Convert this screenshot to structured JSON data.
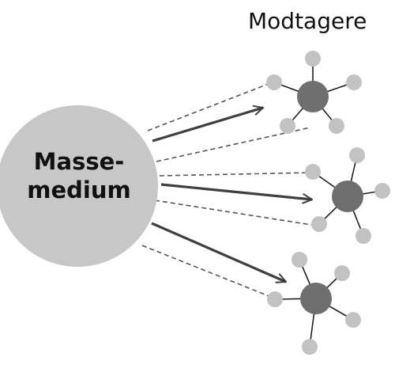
{
  "title": "Modtagere",
  "center_node": {
    "label_line1": "Masse-",
    "label_line2": "medium"
  },
  "colors": {
    "background": "#ffffff",
    "mass_medium_fill": "#c7c7c7",
    "hub_fill": "#6e6e6e",
    "satellite_fill": "#c2c2c2",
    "arrow_color": "#3f3f3f",
    "dashed_color": "#555555",
    "spoke_color": "#1f1f1f"
  }
}
